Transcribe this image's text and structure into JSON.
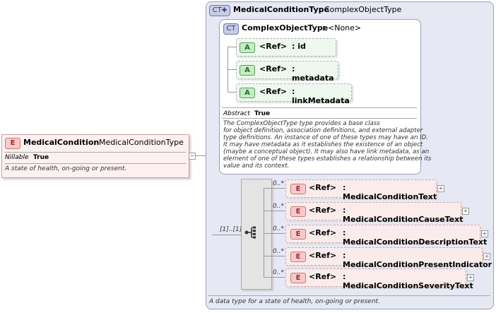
{
  "root_element": {
    "badge": "E",
    "name": "MedicalCondition",
    "type_sep": ":",
    "type": "MedicalConditionType",
    "prop_label": "Nillable",
    "prop_value": "True",
    "description": "A state of health, on-going or present."
  },
  "type_box": {
    "badge": "CT",
    "name": "MedicalConditionType",
    "type_sep": ":",
    "base": "ComplexObjectType",
    "description": "A data type for a state of health, on-going or present."
  },
  "base_type": {
    "badge": "CT",
    "name": "ComplexObjectType",
    "type_sep": ":",
    "base": "<None>",
    "attributes": [
      {
        "badge": "A",
        "ref": "<Ref>",
        "name": ": id"
      },
      {
        "badge": "A",
        "ref": "<Ref>",
        "name": ": metadata"
      },
      {
        "badge": "A",
        "ref": "<Ref>",
        "name": ": linkMetadata"
      }
    ],
    "prop_label": "Abstract",
    "prop_value": "True",
    "description": "The ComplexObjectType type provides a base class\nfor object definition, association definitions, and external adapter\ntype definitions. An instance of one of these types may have an ID.\nIt may have metadata as it establishes the existence of an object\n(maybe a conceptual object). It may also have link metadata, as an\nelement of one of these types establishes a relationship between its\nvalue and its context."
  },
  "sequence": {
    "cardinality": "[1]..[1]",
    "elements": [
      {
        "badge": "E",
        "ref": "<Ref>",
        "name": ": MedicalConditionText",
        "cardinality": "0..*"
      },
      {
        "badge": "E",
        "ref": "<Ref>",
        "name": ": MedicalConditionCauseText",
        "cardinality": "0..*"
      },
      {
        "badge": "E",
        "ref": "<Ref>",
        "name": ": MedicalConditionDescriptionText",
        "cardinality": "0..*"
      },
      {
        "badge": "E",
        "ref": "<Ref>",
        "name": ": MedicalConditionPresentIndicator",
        "cardinality": "0..*"
      },
      {
        "badge": "E",
        "ref": "<Ref>",
        "name": ": MedicalConditionSeverityText",
        "cardinality": "0..*"
      }
    ]
  },
  "icons": {
    "expand": "plus-icon",
    "collapse": "minus-icon",
    "sequence": "sequence-icon"
  }
}
